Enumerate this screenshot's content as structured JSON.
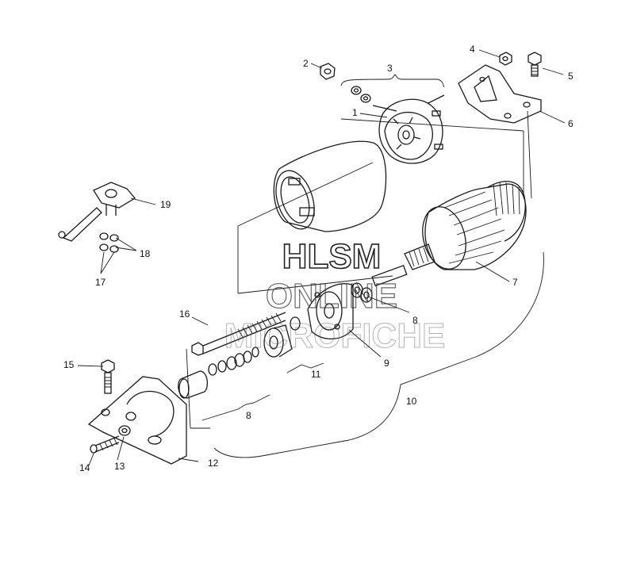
{
  "watermark": {
    "line1": "HLSM",
    "line2": "ONLINE",
    "line3": "MICROFICHE"
  },
  "callouts": {
    "c1": "1",
    "c2": "2",
    "c3": "3",
    "c4": "4",
    "c5": "5",
    "c6": "6",
    "c7": "7",
    "c8a": "8",
    "c8b": "8",
    "c9": "9",
    "c10": "10",
    "c11": "11",
    "c12": "12",
    "c13": "13",
    "c14": "14",
    "c15": "15",
    "c16": "16",
    "c17": "17",
    "c18": "18",
    "c19": "19"
  },
  "colors": {
    "ink": "#1a1a1a",
    "watermark_stroke": "#222222",
    "watermark_fill": "#ffffff"
  }
}
